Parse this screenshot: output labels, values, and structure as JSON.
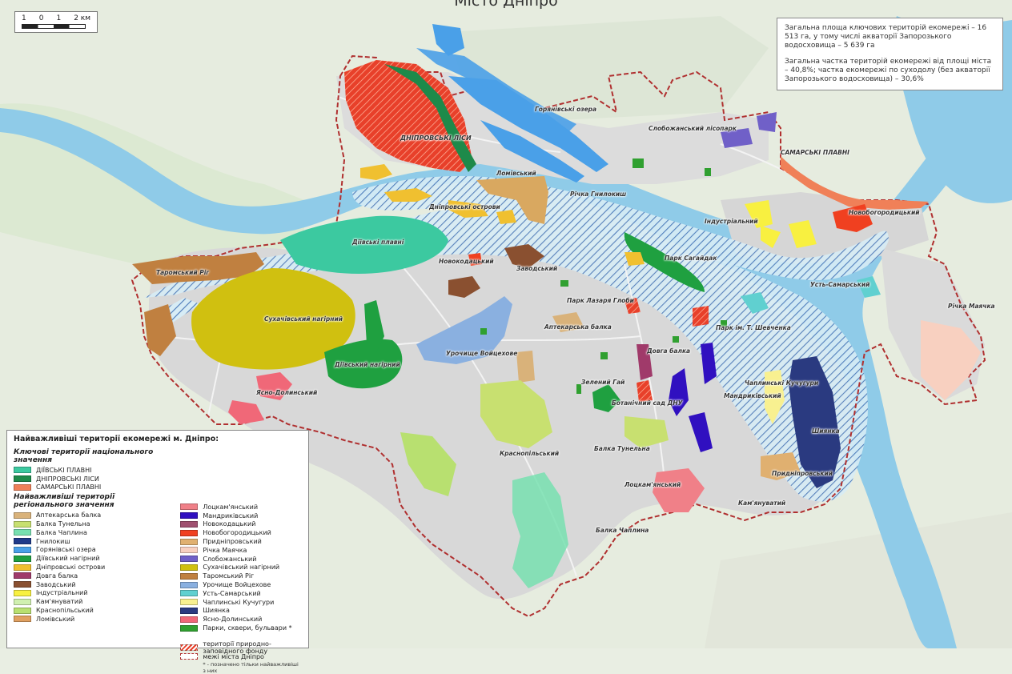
{
  "title": "Місто Дніпро",
  "scalebar": {
    "ticks": [
      "1",
      "0",
      "1",
      "2 км"
    ]
  },
  "info": {
    "lines": [
      "Загальна площа ключових територій екомережі – 16 513 га, у тому числі акваторії Запорозького водосховища – 5 639 га",
      "Загальна частка територій екомережі від площі міста – 40,8%; частка екомережі по суходолу (без акваторії Запорозького водосховища) – 30,6%"
    ]
  },
  "legend": {
    "title": "Найважливіші території екомережі м. Дніпро:",
    "key_heading": "Ключові території національного значення",
    "key_items": [
      {
        "label": "ДІЇВСЬКІ ПЛАВНІ",
        "color": "#3cc9a0"
      },
      {
        "label": "ДНІПРОВСЬКІ ЛІСИ",
        "color": "#1e8a4a"
      },
      {
        "label": "САМАРСЬКІ ПЛАВНІ",
        "color": "#f08058"
      }
    ],
    "regional_heading": "Найважливіші території регіонального значення",
    "regional_items_col1": [
      {
        "label": "Аптекарська балка",
        "color": "#d9b27a"
      },
      {
        "label": "Балка Тунельна",
        "color": "#c8e070"
      },
      {
        "label": "Балка Чаплина",
        "color": "#78e0b0"
      },
      {
        "label": "Гнилокиш",
        "color": "#1f3a8a"
      },
      {
        "label": "Горянівські озера",
        "color": "#4aa0e8"
      },
      {
        "label": "Діївський нагірний",
        "color": "#1fa040"
      },
      {
        "label": "Дніпровські острови",
        "color": "#f0c030"
      },
      {
        "label": "Довга балка",
        "color": "#a03a6a"
      },
      {
        "label": "Заводський",
        "color": "#8a5030"
      },
      {
        "label": "Індустріальний",
        "color": "#f8f040"
      },
      {
        "label": "Кам'януватий",
        "color": "#d0f0b0"
      },
      {
        "label": "Краснопільський",
        "color": "#b8e070"
      },
      {
        "label": "Ломівський",
        "color": "#e0a060"
      }
    ],
    "regional_items_col2": [
      {
        "label": "Лоцкам'янський",
        "color": "#f08088"
      },
      {
        "label": "Мандриківський",
        "color": "#3010c0"
      },
      {
        "label": "Новокодацький",
        "color": "#a05070"
      },
      {
        "label": "Новобогородицький",
        "color": "#f04020"
      },
      {
        "label": "Придніпровський",
        "color": "#e0b070"
      },
      {
        "label": "Річка Маячка",
        "color": "#f8d0c0"
      },
      {
        "label": "Слобожанський",
        "color": "#7060c8"
      },
      {
        "label": "Сухачівський нагірний",
        "color": "#d0c010"
      },
      {
        "label": "Таромський Ріг",
        "color": "#c08040"
      },
      {
        "label": "Урочище Войцехове",
        "color": "#8ab0e0"
      },
      {
        "label": "Усть-Самарський",
        "color": "#60d0d0"
      },
      {
        "label": "Чаплинські Кучугури",
        "color": "#f8f090"
      },
      {
        "label": "Шиянка",
        "color": "#2a3a80"
      },
      {
        "label": "Ясно-Долинський",
        "color": "#f06878"
      },
      {
        "label": "Парки, сквери, бульвари *",
        "color": "#30a030"
      }
    ],
    "extra_items": [
      {
        "label": "території природно-заповідного фонду"
      },
      {
        "label": "межі міста Дніпро"
      }
    ],
    "footnote": "* - позначено тільки найважливіші з них"
  },
  "map_labels": {
    "dnipro_forests": "ДНІПРОВСЬКІ ЛІСИ",
    "samara_floodplains": "САМАРСЬКІ ПЛАВНІ",
    "horianivski_lakes": "Горянівські озера",
    "sloboda_forest_park": "Слобожанський лісопарк",
    "lomivskyi": "Ломівський",
    "hnylokysh_river": "Річка Гнилокиш",
    "dnipro_islands": "Дніпровські острови",
    "industrialnyi": "Індустріальний",
    "novobohorodytskyi": "Новобогородицький",
    "diivski_floodplains": "Діївські плавні",
    "taromskyi_rih": "Таромський Ріг",
    "novokodatskyi": "Новокодацький",
    "zavodskyi": "Заводський",
    "sahaidak_park": "Парк Сагайдак",
    "ust_samarskyi": "Усть-Самарський",
    "lazar_hloba_park": "Парк Лазаря Глоби",
    "sukhachivskyi": "Сухачівський нагірний",
    "aptekarska_balka": "Аптекарська балка",
    "shevchenko_park": "Парк ім. Т. Шевченка",
    "mayachka_river": "Річка Маячка",
    "voitsekhove": "Урочище Войцехове",
    "dovha_balka": "Довга балка",
    "diivskyi_upland": "Діївський нагірний",
    "zelenyi_hai": "Зелений Гай",
    "chaplynski_kuchuhury": "Чаплинські Кучугури",
    "yasno_dolynskyi": "Ясно-Долинський",
    "botanical_garden": "Ботанічний сад ДНУ",
    "mandrykivskyi": "Мандриківський",
    "shyianka": "Шиянка",
    "tunelna_balka": "Балка Тунельна",
    "krasnopilskyi": "Краснопільський",
    "lotskamianskyi": "Лоцкам'янський",
    "prydniprovskyi": "Придніпровський",
    "kamianuvatyi": "Кам'януватий",
    "chaplyna_balka": "Балка Чаплина"
  },
  "colors": {
    "background": "#e9eee3",
    "river": "#8fcbe8",
    "hatch": "#4a78b8",
    "city_fill": "#d6d6d6",
    "boundary": "#b03030"
  }
}
